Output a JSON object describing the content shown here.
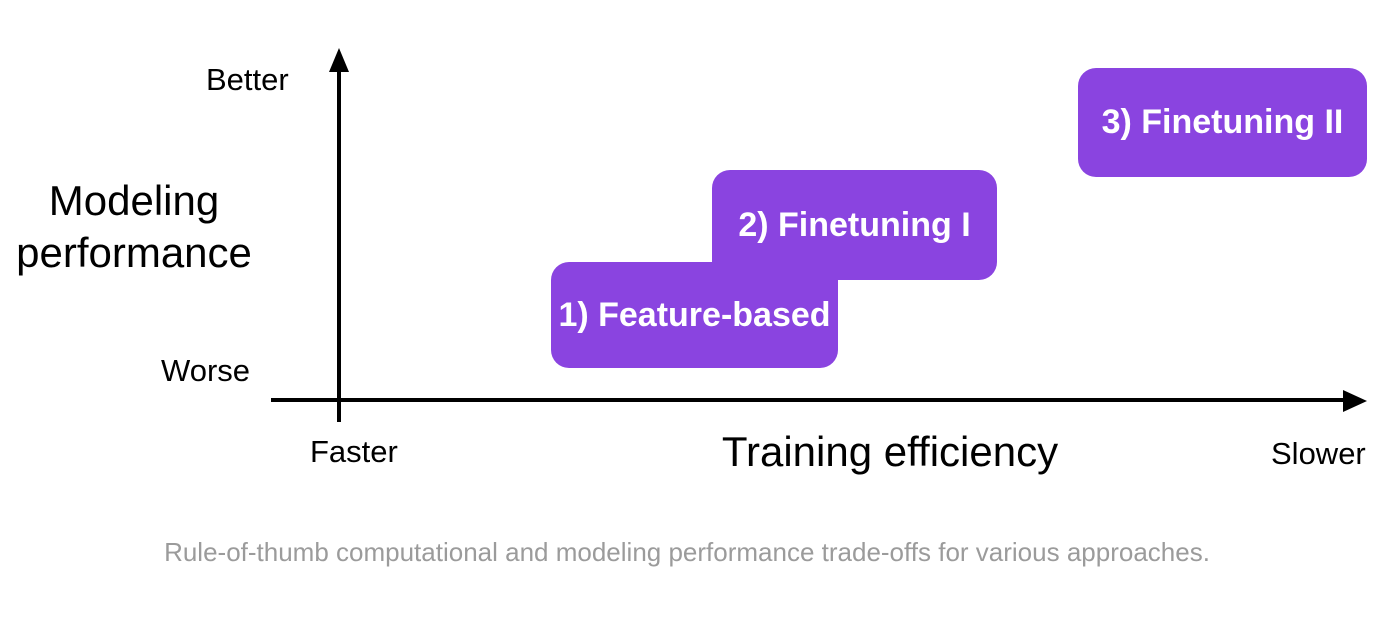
{
  "colors": {
    "background": "#FFFFFF",
    "accent": "#8A44E0",
    "box-text": "#FFFFFF",
    "axis": "#000000",
    "caption": "#9B9B9B"
  },
  "diagram": {
    "y_axis": {
      "title": "Modeling performance",
      "top_label": "Better",
      "bottom_label": "Worse"
    },
    "x_axis": {
      "title": "Training efficiency",
      "left_label": "Faster",
      "right_label": "Slower"
    },
    "approaches": [
      {
        "label": "1) Feature-based"
      },
      {
        "label": "2) Finetuning I"
      },
      {
        "label": "3) Finetuning II"
      }
    ]
  },
  "caption": "Rule-of-thumb computational and modeling performance trade-offs for various approaches."
}
